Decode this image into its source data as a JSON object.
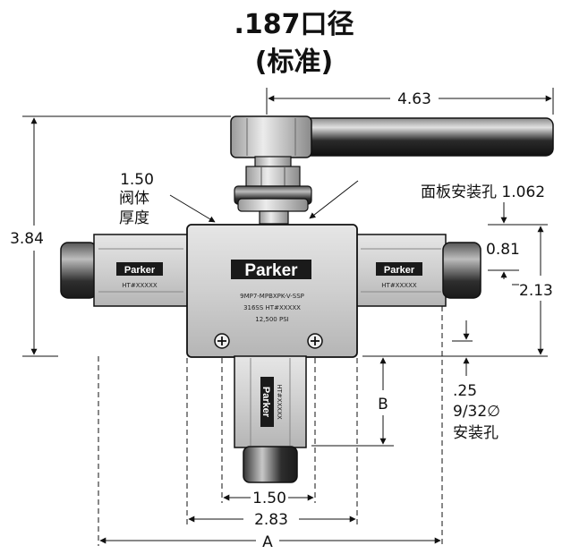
{
  "title": {
    "line1": ".187口径",
    "line2": "(标准)"
  },
  "dimensions": {
    "handle_length": "4.63",
    "overall_height": "3.84",
    "body_thickness_value": "1.50",
    "body_thickness_label_1": "阀体",
    "body_thickness_label_2": "厚度",
    "panel_hole_label": "面板安装孔 1.062",
    "port_height": "0.81",
    "body_height": "2.13",
    "mount_hole_offset": ".25",
    "mount_hole_dia": "9/32∅",
    "mount_hole_label": "安装孔",
    "dim_b": "B",
    "bottom_width": "1.50",
    "body_width": "2.83",
    "dim_a": "A"
  },
  "markings": {
    "brand": "Parker",
    "heat_code": "HT#XXXXX",
    "part_number": "9MP7-MPBXPK-V-SSP",
    "material_heat": "316SS HT#XXXXX",
    "pressure": "12,500 PSI"
  },
  "colors": {
    "metal_light": "#d9d9d9",
    "metal_mid": "#a8a8a8",
    "metal_dark": "#3a3a3a",
    "handle_dark": "#1c1c1c",
    "line": "#111111"
  }
}
